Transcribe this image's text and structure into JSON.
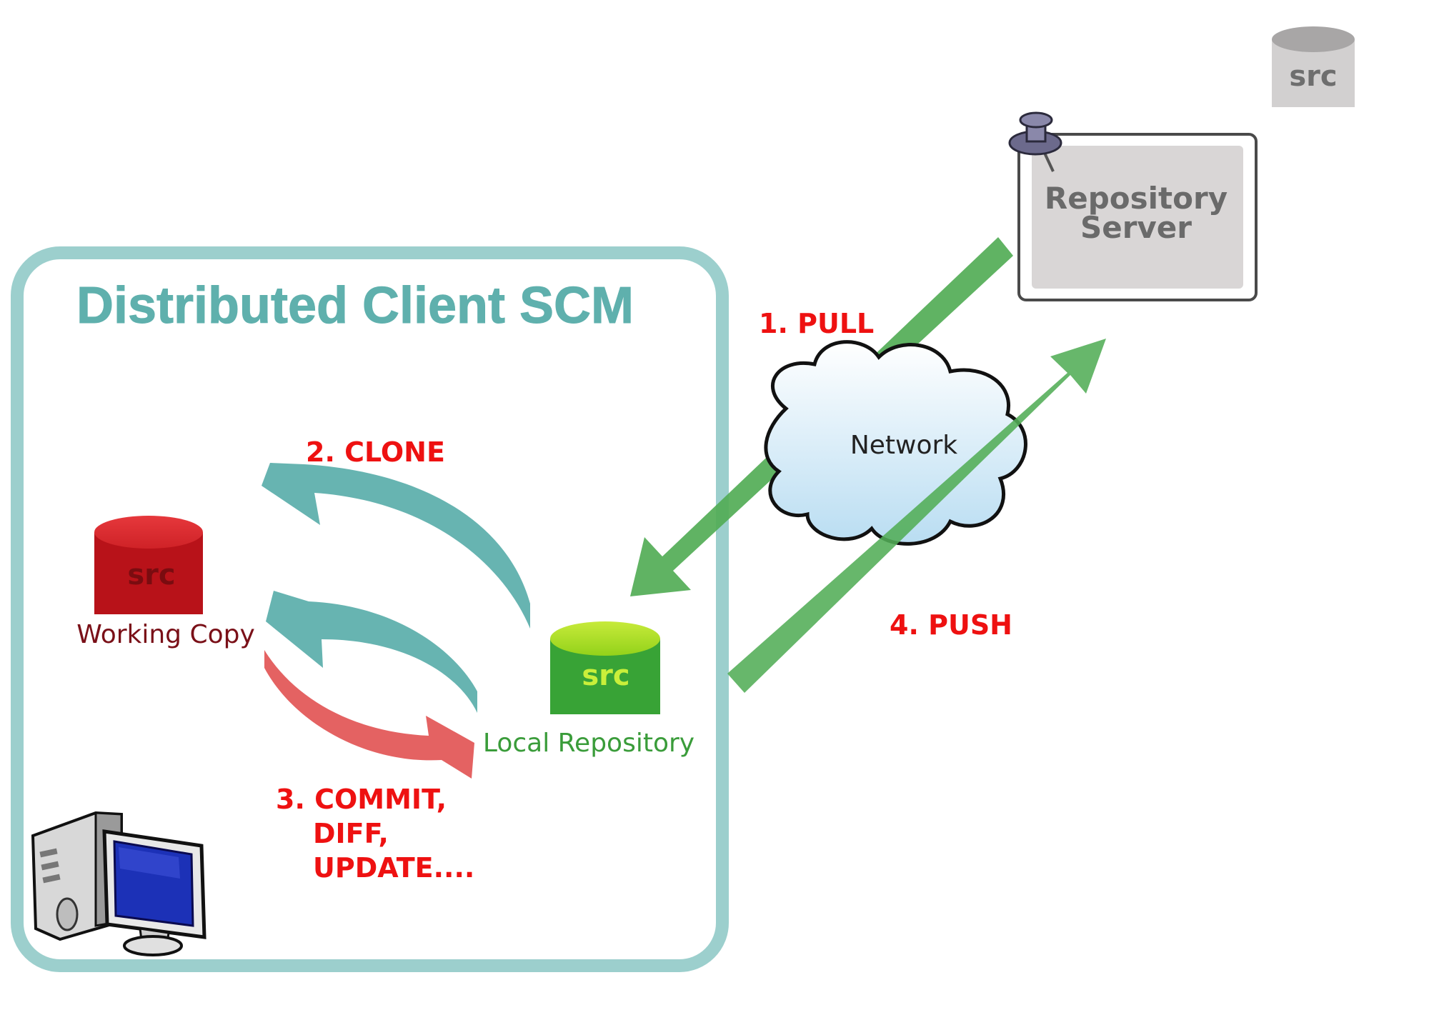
{
  "title": "Distributed Client SCM",
  "server": {
    "label_line1": "Repository",
    "label_line2": "Server",
    "src": "src"
  },
  "network": {
    "label": "Network"
  },
  "working_copy": {
    "src": "src",
    "label": "Working Copy"
  },
  "local_repository": {
    "src": "src",
    "label": "Local Repository"
  },
  "steps": {
    "pull": "1. PULL",
    "clone": "2. CLONE",
    "commit_line1": "3. COMMIT,",
    "commit_line2": "DIFF,",
    "commit_line3": "UPDATE....",
    "push": "4. PUSH"
  },
  "colors": {
    "frame": "#9ccfcd",
    "title": "#5fb0ad",
    "green_arrow": "#52ad56",
    "teal_arrow": "#5fb0ad",
    "red_arrow": "#e35a5a",
    "step_text": "#ee1111",
    "working_copy": "#c8161d",
    "local_repo": "#38a336",
    "server_box": "#d9d6d6"
  }
}
